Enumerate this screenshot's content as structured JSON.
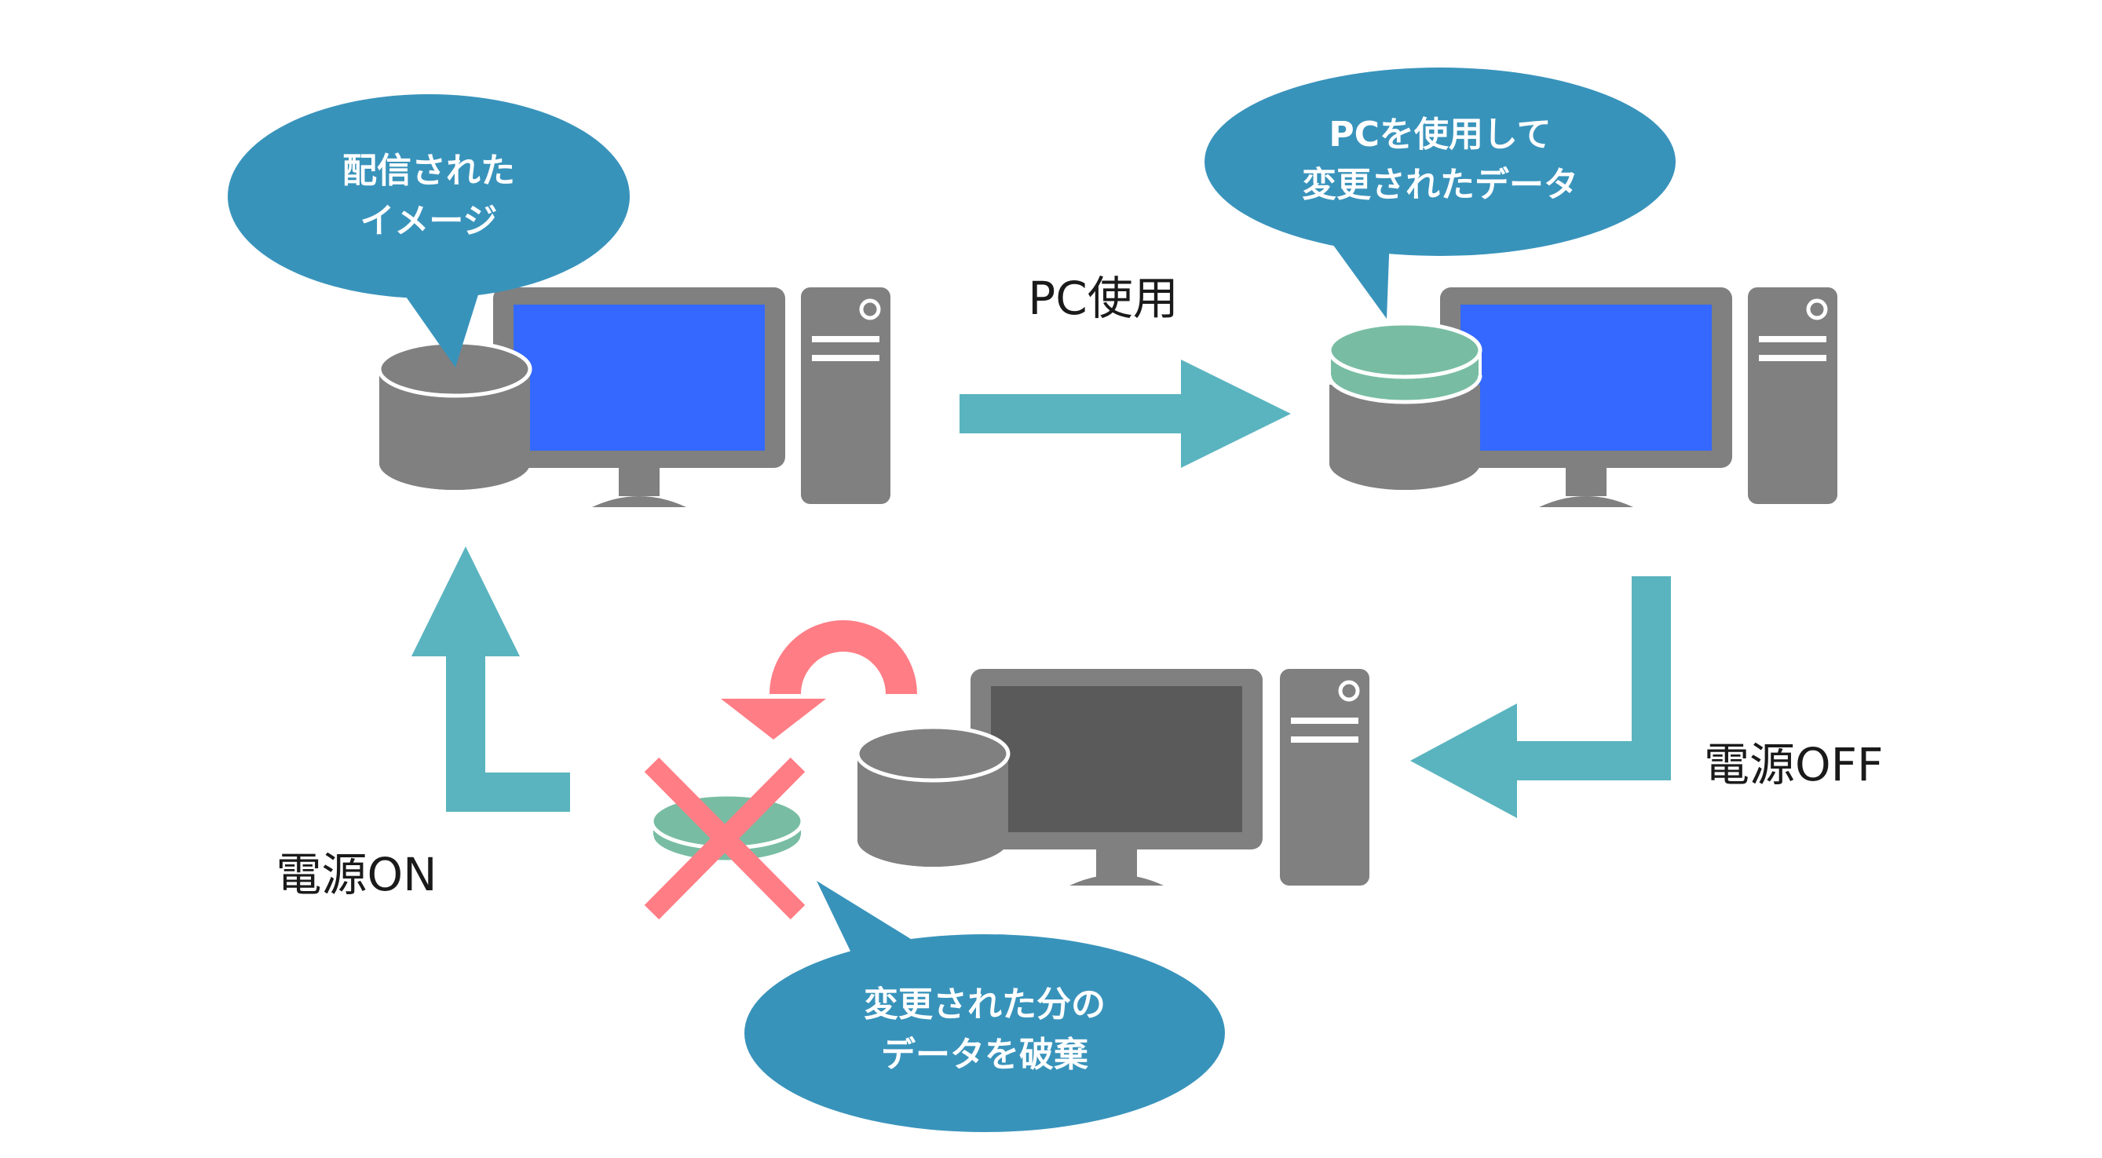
{
  "colors": {
    "bubble": "#3893bb",
    "arrow": "#5ab4bf",
    "device_gray": "#808080",
    "screen_on": "#3468fe",
    "screen_off": "#5a5a5a",
    "diff_layer": "#78bda3",
    "discard_mark": "#ff7d85"
  },
  "bubbles": {
    "distributed_image": {
      "line1": "配信された",
      "line2": "イメージ"
    },
    "changed_data": {
      "line1": "PCを使用して",
      "line2": "変更されたデータ"
    },
    "discard": {
      "line1": "変更された分の",
      "line2": "データを破棄"
    }
  },
  "labels": {
    "pc_use": "PC使用",
    "power_off": "電源OFF",
    "power_on": "電源ON"
  },
  "icons": {
    "disk": "database-cylinder-icon",
    "monitor": "monitor-icon",
    "tower": "pc-tower-icon",
    "discard": "red-x-icon",
    "revert": "circular-arrow-icon"
  }
}
